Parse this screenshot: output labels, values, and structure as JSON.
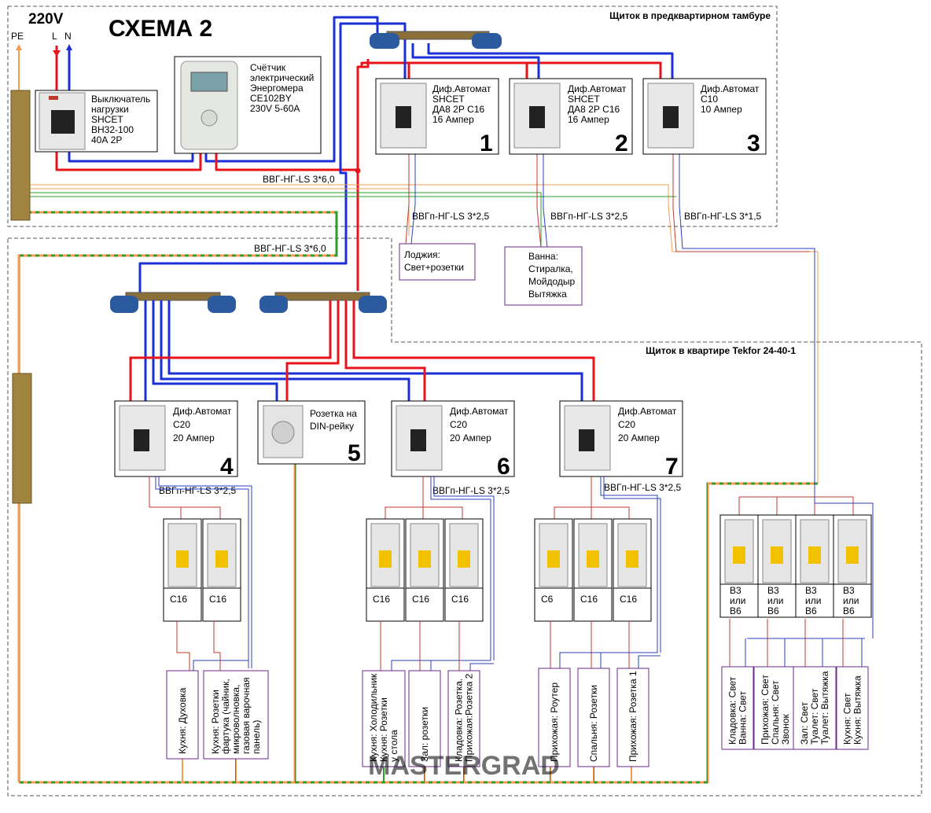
{
  "header": {
    "voltage": "220V",
    "scheme_title": "СХЕМА 2",
    "terminals": {
      "pe": "PE",
      "l": "L",
      "n": "N"
    }
  },
  "enclosures": {
    "stairwell": "Щиток в предквартирном тамбуре",
    "apartment": "Щиток в квартире Tekfor 24-40-1"
  },
  "devices": {
    "main_switch": [
      "Выключатель",
      "нагрузки",
      "SHCET",
      "ВН32-100",
      "40А     2Р"
    ],
    "meter": [
      "Счётчик",
      "электрический",
      "Энергомера",
      "СЕ102BY",
      "230V 5-60А"
    ],
    "rcbo1": {
      "lines": [
        "Диф.Автомат",
        "SHCET",
        "ДА8 2Р С16",
        "16 Ампер"
      ],
      "number": "1"
    },
    "rcbo2": {
      "lines": [
        "Диф.Автомат",
        "SHCET",
        "ДА8 2Р С16",
        "16 Ампер"
      ],
      "number": "2"
    },
    "rcbo3": {
      "lines": [
        "Диф.Автомат",
        "С10",
        "10 Ампер"
      ],
      "number": "3"
    },
    "rcbo4": {
      "lines": [
        "Диф.Автомат",
        "С20",
        "20 Ампер"
      ],
      "number": "4"
    },
    "socket5": {
      "lines": [
        "Розетка на",
        "DIN-рейку"
      ],
      "number": "5"
    },
    "rcbo6": {
      "lines": [
        "Диф.Автомат",
        "С20",
        "20 Ампер"
      ],
      "number": "6"
    },
    "rcbo7": {
      "lines": [
        "Диф.Автомат",
        "С20",
        "20 Ампер"
      ],
      "number": "7"
    }
  },
  "cables": {
    "feed_top": "ВВГ-НГ-LS 3*6,0",
    "feed_bottom": "ВВГ-НГ-LS 3*6,0",
    "c1": "ВВГп-НГ-LS 3*2,5",
    "c2": "ВВГп-НГ-LS 3*2,5",
    "c3": "ВВГп-НГ-LS 3*1,5",
    "c4": "ВВГп-НГ-LS 3*2,5",
    "c6": "ВВГп-НГ-LS 3*2,5",
    "c7": "ВВГп-НГ-LS 3*2,5"
  },
  "loads_top": {
    "loggia": [
      "Лоджия:",
      "Свет+розетки"
    ],
    "bath": [
      "Ванна:",
      "Стиралка,",
      "Мойдодыр",
      "Вытяжка"
    ]
  },
  "breakers": {
    "g4": [
      "С16",
      "С16"
    ],
    "g6": [
      "С16",
      "С16",
      "С16"
    ],
    "g7": [
      "С6",
      "С16",
      "С16"
    ],
    "light": [
      "В3\nили\nВ6",
      "В3\nили\nВ6",
      "В3\nили\nВ6",
      "В3\nили\nВ6"
    ]
  },
  "loads_bottom": {
    "g4": [
      [
        "Кухня: Духовка"
      ],
      [
        "Кухня: Розетки",
        "фартука (чайник,",
        "микроволновка,",
        "газовая варочная",
        "панель)"
      ]
    ],
    "g6": [
      [
        "Кухня: Холодильник",
        "Кухня: Розетки",
        "у стола"
      ],
      [
        "Зал: розетки"
      ],
      [
        "Кладовка: Розетка.",
        "Прихожая:Розетка 2"
      ]
    ],
    "g7": [
      [
        "Прихожая: Роутер"
      ],
      [
        "Спальня: Розетки"
      ],
      [
        "Прихожая: Розетка 1"
      ]
    ],
    "light": [
      [
        "Кладовка: Свет",
        "Ванна: Свет"
      ],
      [
        "Прихожая: Свет",
        "Спальня: Свет",
        "Звонок"
      ],
      [
        "Зал: Свет",
        "Туалет: Свет",
        "Туалет: Вытяжка"
      ],
      [
        "Кухня: Свет",
        "Кухня: Вытяжка"
      ]
    ]
  },
  "watermark": "MASTERGRAD",
  "colors": {
    "phase": "#e8141b",
    "neutral": "#1a2fd6",
    "pe_green": "#2a9d2a",
    "pe_orange": "#f29c52",
    "enclosure_border": "#555555",
    "bus_blue": "#2c5a9e",
    "thin_red": "#c0392b",
    "thin_blue": "#2b3fc0",
    "load_border": "#6a2a8a"
  }
}
